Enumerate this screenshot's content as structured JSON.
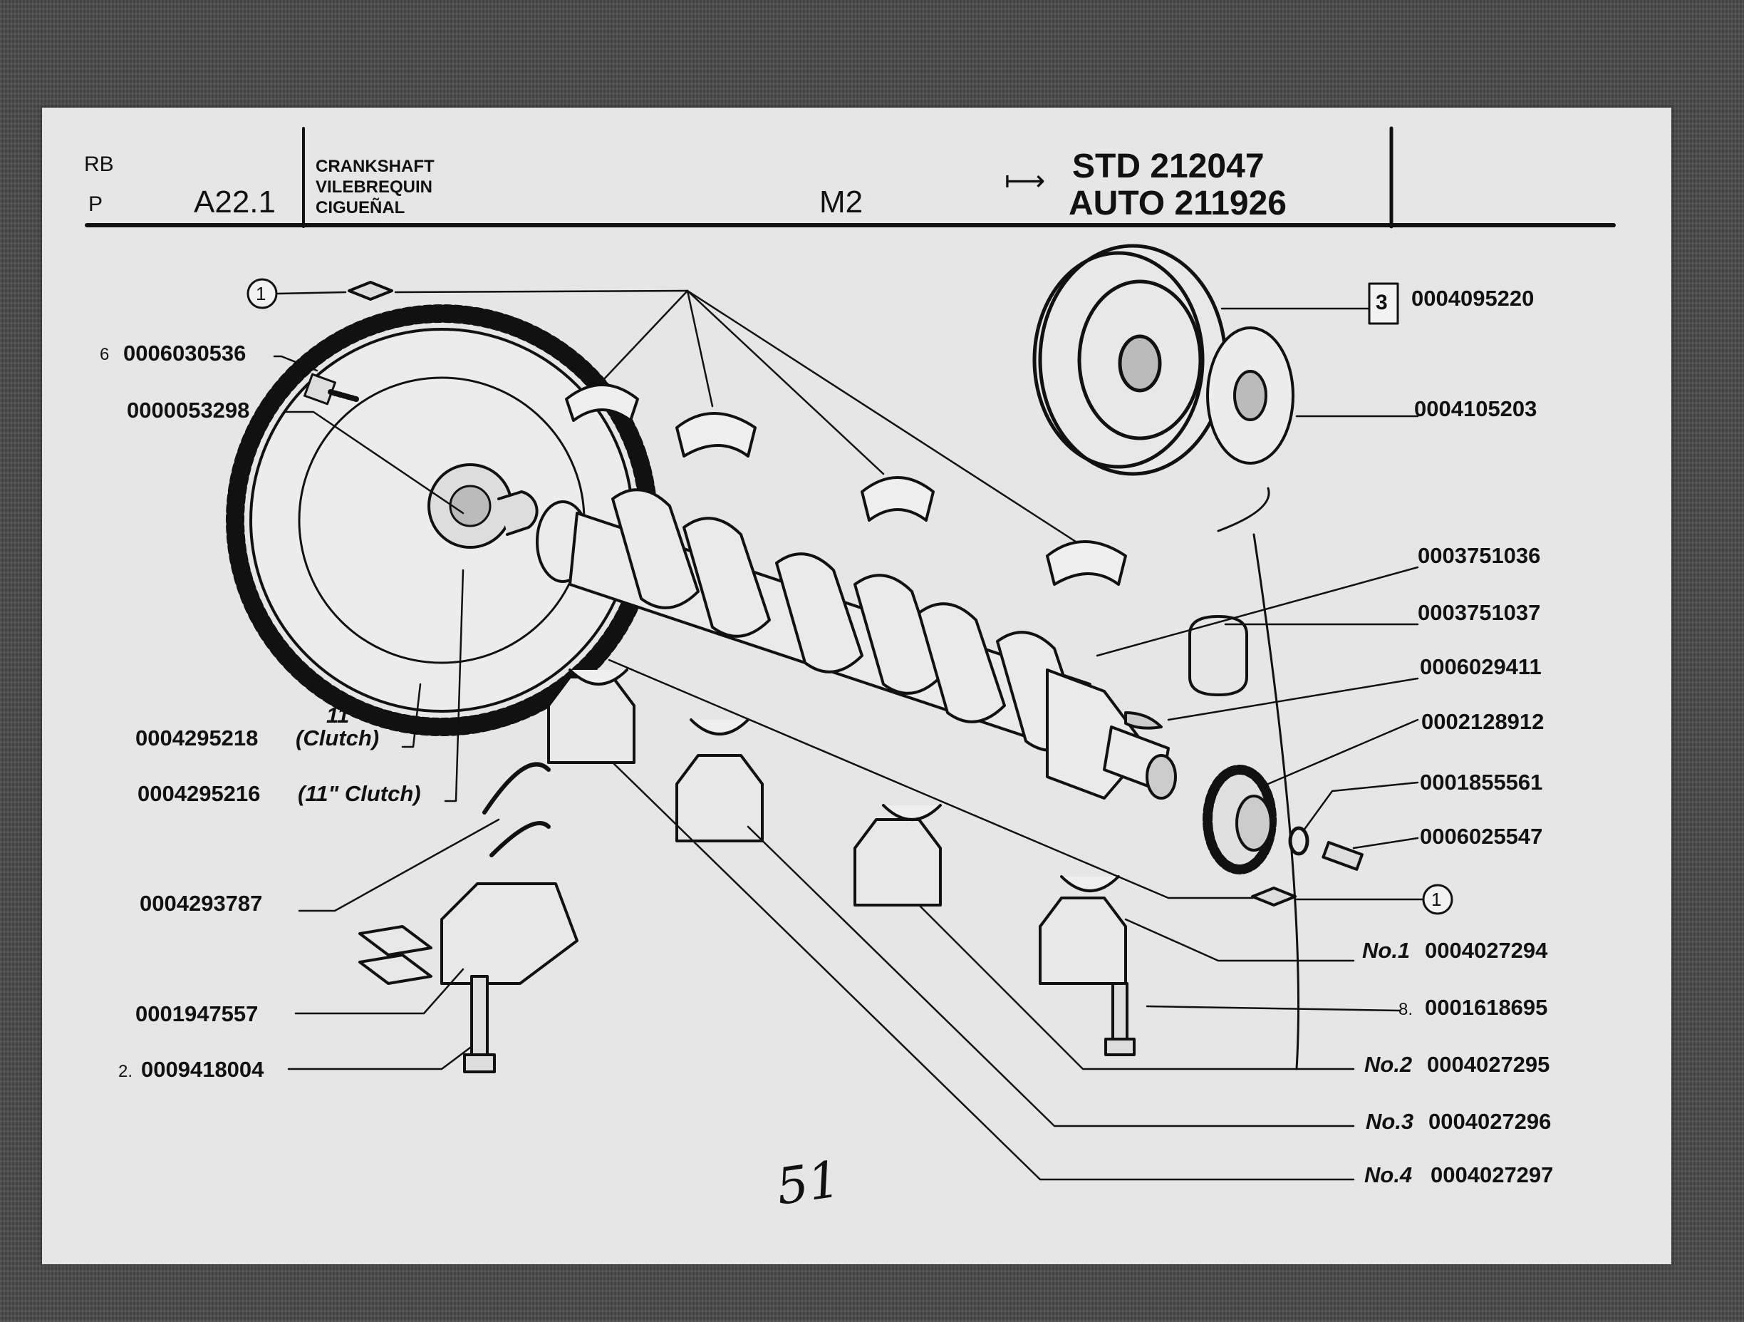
{
  "header": {
    "rb": "RB",
    "p": "P",
    "group_code": "A22.1",
    "names": [
      "CRANKSHAFT",
      "VILEBREQUIN",
      "CIGUEÑAL"
    ],
    "model": "M2",
    "arrow": "⟼",
    "std": "STD 212047",
    "auto": "AUTO 211926"
  },
  "callout_1": "1",
  "callout_3": "3",
  "parts_left": {
    "p6_qty": "6",
    "p6": "0006030536",
    "p53298": "0000053298",
    "clutch_size_a": "11\"",
    "p5218": "0004295218",
    "p5218_note": "(Clutch)",
    "p5216": "0004295216",
    "p5216_note": "(11\" Clutch)",
    "p3787": "0004293787",
    "p7557": "0001947557",
    "p8004_qty": "2.",
    "p8004": "0009418004"
  },
  "parts_right": {
    "p5220": "0004095220",
    "p5203": "0004105203",
    "p1036": "0003751036",
    "p1037": "0003751037",
    "p9411": "0006029411",
    "p8912": "0002128912",
    "p5561": "0001855561",
    "p5547": "0006025547",
    "no1_label": "No.1",
    "no1": "0004027294",
    "p8695_qty": "8.",
    "p8695": "0001618695",
    "no2_label": "No.2",
    "no2": "0004027295",
    "no3_label": "No.3",
    "no3": "0004027296",
    "no4_label": "No.4",
    "no4": "0004027297"
  },
  "page_number": "51"
}
